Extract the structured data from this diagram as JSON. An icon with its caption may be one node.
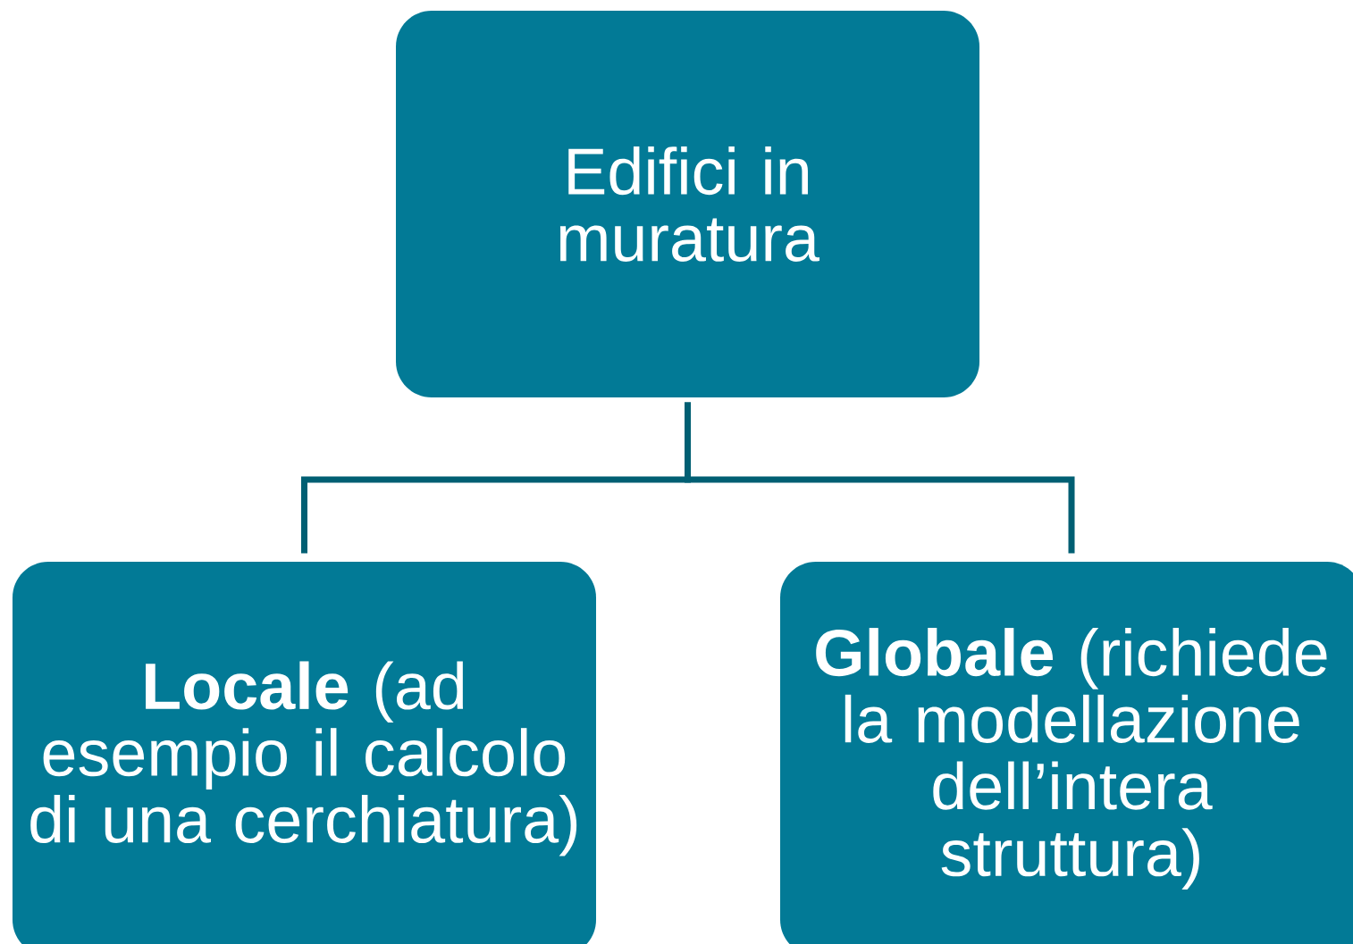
{
  "diagram": {
    "nodes": [
      {
        "text": [
          "Edifici in muratura"
        ]
      },
      {
        "text": [
          "**Locale** (ad esempio il calcolo di una cerchiatura)"
        ]
      },
      {
        "text": [
          "**Globale** (richiede la modellazione dell’intera struttura)"
        ]
      }
    ],
    "edges": [
      {
        "from": 0,
        "to": 1,
        "arrow": "none"
      },
      {
        "from": 0,
        "to": 2,
        "arrow": "none"
      }
    ]
  }
}
